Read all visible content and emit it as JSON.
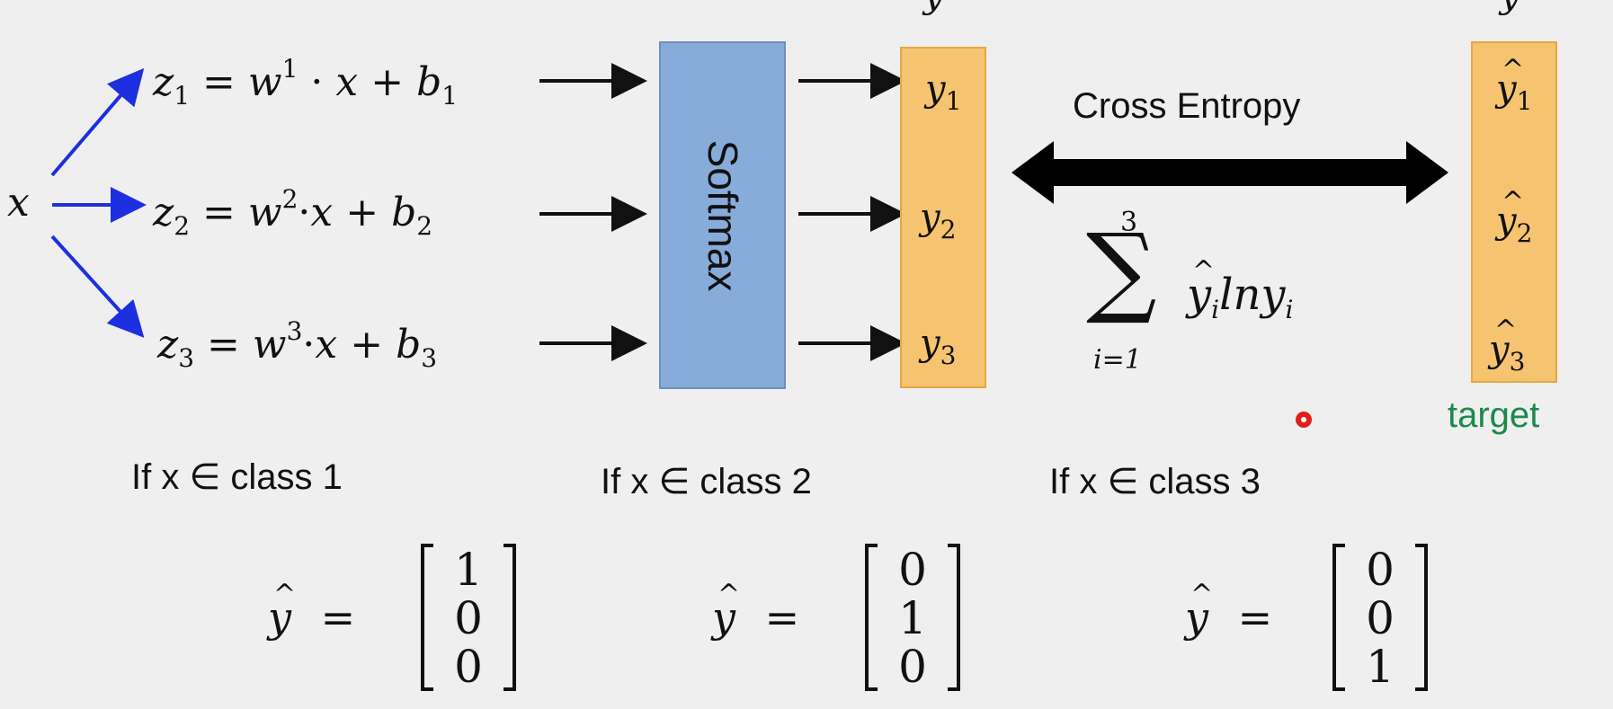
{
  "input": {
    "x": "x"
  },
  "equations": [
    {
      "z": "z",
      "idx": "1",
      "w": "w",
      "sup": "1",
      "op": "=",
      "dot": "·",
      "x": "x",
      "plus": "+",
      "b": "b",
      "bidx": "1"
    },
    {
      "z": "z",
      "idx": "2",
      "w": "w",
      "sup": "2",
      "op": "=",
      "dot": "·",
      "x": "x",
      "plus": "+",
      "b": "b",
      "bidx": "2"
    },
    {
      "z": "z",
      "idx": "3",
      "w": "w",
      "sup": "3",
      "op": "=",
      "dot": "·",
      "x": "x",
      "plus": "+",
      "b": "b",
      "bidx": "3"
    }
  ],
  "softmax": {
    "label": "Softmax"
  },
  "output_vector": {
    "label": "y",
    "items": [
      {
        "v": "y",
        "i": "1"
      },
      {
        "v": "y",
        "i": "2"
      },
      {
        "v": "y",
        "i": "3"
      }
    ]
  },
  "target_vector": {
    "label": "y",
    "items": [
      {
        "v": "y",
        "i": "1"
      },
      {
        "v": "y",
        "i": "2"
      },
      {
        "v": "y",
        "i": "3"
      }
    ],
    "caption": "target"
  },
  "loss": {
    "title": "Cross Entropy",
    "sum_upper": "3",
    "sum_lower": "i=1",
    "sum_symbol": "∑",
    "term_y_hat": "y",
    "term_i": "i",
    "term_ln": "ln",
    "term_y": "y",
    "term_i2": "i"
  },
  "cases": [
    {
      "condition": "If x ∈ class 1",
      "lhs": "y",
      "eq": "=",
      "vector": [
        "1",
        "0",
        "0"
      ]
    },
    {
      "condition": "If x ∈ class 2",
      "lhs": "y",
      "eq": "=",
      "vector": [
        "0",
        "1",
        "0"
      ]
    },
    {
      "condition": "If x ∈ class 3",
      "lhs": "y",
      "eq": "=",
      "vector": [
        "0",
        "0",
        "1"
      ]
    }
  ],
  "colors": {
    "input_arrow": "#1d2fe0",
    "softmax_fill": "#87acd9",
    "vector_fill": "#f6c370",
    "target_text": "#1a8a4a",
    "cursor": "#e0201c"
  }
}
